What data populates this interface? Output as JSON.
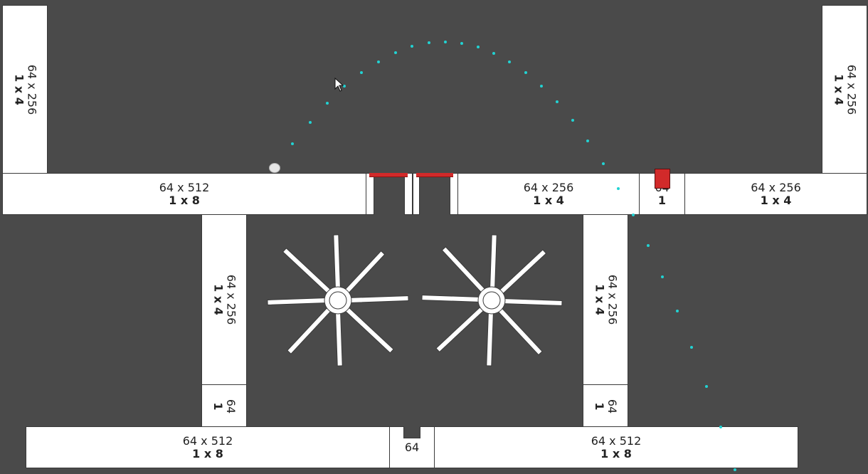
{
  "blocks": {
    "left_top": {
      "size": "64 x 256",
      "scale": "1 x 4"
    },
    "right_top": {
      "size": "64 x 256",
      "scale": "1 x 4"
    },
    "floor_left": {
      "size": "64 x 512",
      "scale": "1 x 8"
    },
    "floor_mid": {
      "size": "64 x 256",
      "scale": "1 x 4"
    },
    "floor_small": {
      "size": "64",
      "scale": "1"
    },
    "floor_right": {
      "size": "64 x 256",
      "scale": "1 x 4"
    },
    "pillar_left": {
      "size": "64 x 256",
      "scale": "1 x 4"
    },
    "pillar_right": {
      "size": "64 x 256",
      "scale": "1 x 4"
    },
    "cap_left": {
      "size": "64",
      "scale": "1"
    },
    "cap_right": {
      "size": "64",
      "scale": "1"
    },
    "bottom_left": {
      "size": "64 x 512",
      "scale": "1 x 8"
    },
    "bottom_mid": {
      "size": "64"
    },
    "bottom_right": {
      "size": "64 x 512",
      "scale": "1 x 8"
    }
  },
  "colors": {
    "background": "#4a4a4a",
    "block": "#ffffff",
    "trajectory": "#22d3d3",
    "player": "#d12a2a",
    "door": "#d12a2a"
  },
  "entities": {
    "ball_icon": "ball-icon",
    "player_icon": "player-block-icon",
    "fan_icon": "fan-icon",
    "cursor_icon": "mouse-cursor-icon"
  }
}
